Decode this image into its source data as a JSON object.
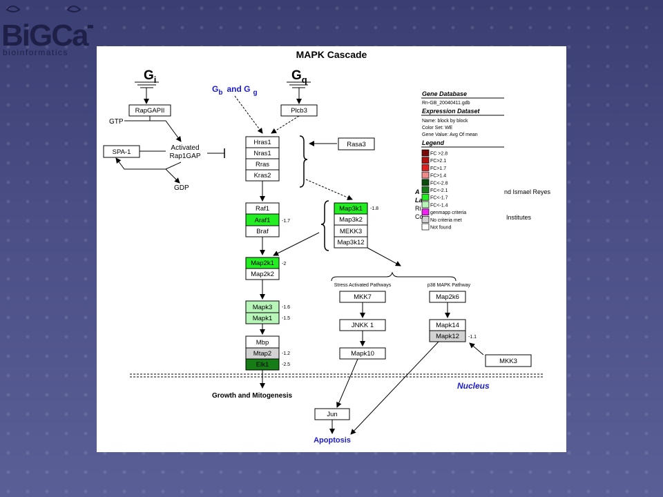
{
  "logo": {
    "text": "BiGCaT",
    "sub": "bioinformatics"
  },
  "title": "MAPK Cascade",
  "labels": {
    "gi_g": "G",
    "gi_sub": "i",
    "gq_g": "G",
    "gq_sub": "q",
    "gbg_gb": "G",
    "gbg_b": "b",
    "gbg_and": "and G",
    "gbg_g": "g",
    "gtp": "GTP",
    "gdp": "GDP",
    "activated_1": "Activated",
    "activated_2": "Rap1GAP",
    "stress": "Stress Activated Pathways",
    "p38": "p38 MAPK Pathway",
    "nucleus": "Nucleus",
    "growth": "Growth and Mitogenesis",
    "apoptosis": "Apoptosis"
  },
  "nodes": {
    "rapgapii": "RapGAPII",
    "plcb3": "Plcb3",
    "spa1": "SPA-1",
    "hras1": "Hras1",
    "nras1": "Nras1",
    "rras": "Rras",
    "kras2": "Kras2",
    "rasa3": "Rasa3",
    "raf1": "Raf1",
    "araf1": "Araf1",
    "braf": "Braf",
    "map3k1": "Map3k1",
    "map3k2": "Map3k2",
    "mekk3": "MEKK3",
    "map3k12": "Map3k12",
    "map2k1": "Map2k1",
    "map2k2": "Map2k2",
    "mapk3": "Mapk3",
    "mapk1": "Mapk1",
    "mbp": "Mbp",
    "mtap2": "Mtap2",
    "elk1": "Elk1",
    "mkk7": "MKK7",
    "jnkk1": "JNKK 1",
    "mapk10": "Mapk10",
    "map2k6": "Map2k6",
    "mapk14": "Mapk14",
    "mapk12": "Mapk12",
    "mkk3": "MKK3",
    "jun": "Jun"
  },
  "values": {
    "araf1": "-1.7",
    "map3k1": "-1.8",
    "map2k1": "-2",
    "mapk3": "-1.6",
    "mapk1": "-1.5",
    "mtap2": "-1.2",
    "elk1": "-2.5",
    "mapk12": "-1.1"
  },
  "info": {
    "gene_db_title": "Gene Database",
    "gene_db_value": "Rn-GB_20040411.gdb",
    "expr_title": "Expression Dataset",
    "expr_name": "Name: block by block",
    "expr_colorset": "Color Set: WE",
    "expr_gene_value": "Gene Value: Avg Of mean",
    "legend_title": "Legend",
    "legend_items": [
      {
        "label": "FC >2.8",
        "color": "#7a0a0a"
      },
      {
        "label": "FC>2.1",
        "color": "#b01010"
      },
      {
        "label": "FC>1.7",
        "color": "#e02020"
      },
      {
        "label": "FC>1.4",
        "color": "#f08a8a"
      },
      {
        "label": "FC<-2.8",
        "color": "#0b4d0b"
      },
      {
        "label": "FC<-2.1",
        "color": "#167d16"
      },
      {
        "label": "FC<-1.7",
        "color": "#22ee22"
      },
      {
        "label": "FC<-1.4",
        "color": "#b8f5b8"
      },
      {
        "label": "genmapp criteria",
        "color": "#ee22ee"
      },
      {
        "label": "No criteria met",
        "color": "#d2d2d2"
      },
      {
        "label": "Not found",
        "color": "#ffffff"
      }
    ],
    "hidden_a": "A",
    "hidden_la": "La",
    "hidden_ri": "Ri",
    "hidden_co": "Co",
    "author_tail": "nd Ismael Reyes",
    "institutes_tail": "Institutes"
  },
  "colors": {
    "green_bright": "#22ee22",
    "green_light": "#b8f5b8",
    "green_dark": "#167d16",
    "grey": "#d2d2d2",
    "blue_label": "#1a1ad0"
  }
}
